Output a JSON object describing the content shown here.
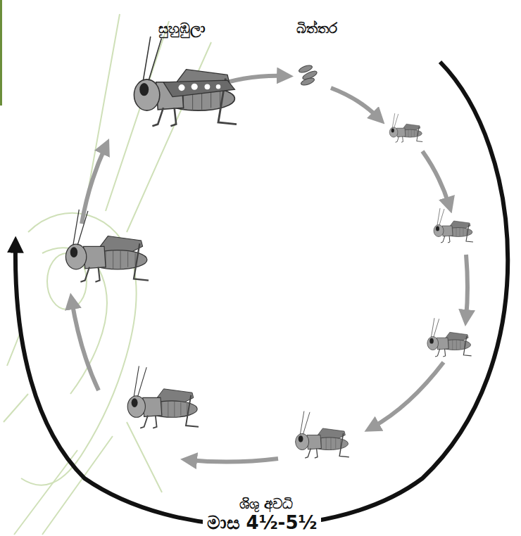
{
  "diagram": {
    "labels": [
      "සුහුඹුලා",
      "බිත්තර",
      "ශිශු අවධි",
      "මාස 4½-5½"
    ]
  }
}
